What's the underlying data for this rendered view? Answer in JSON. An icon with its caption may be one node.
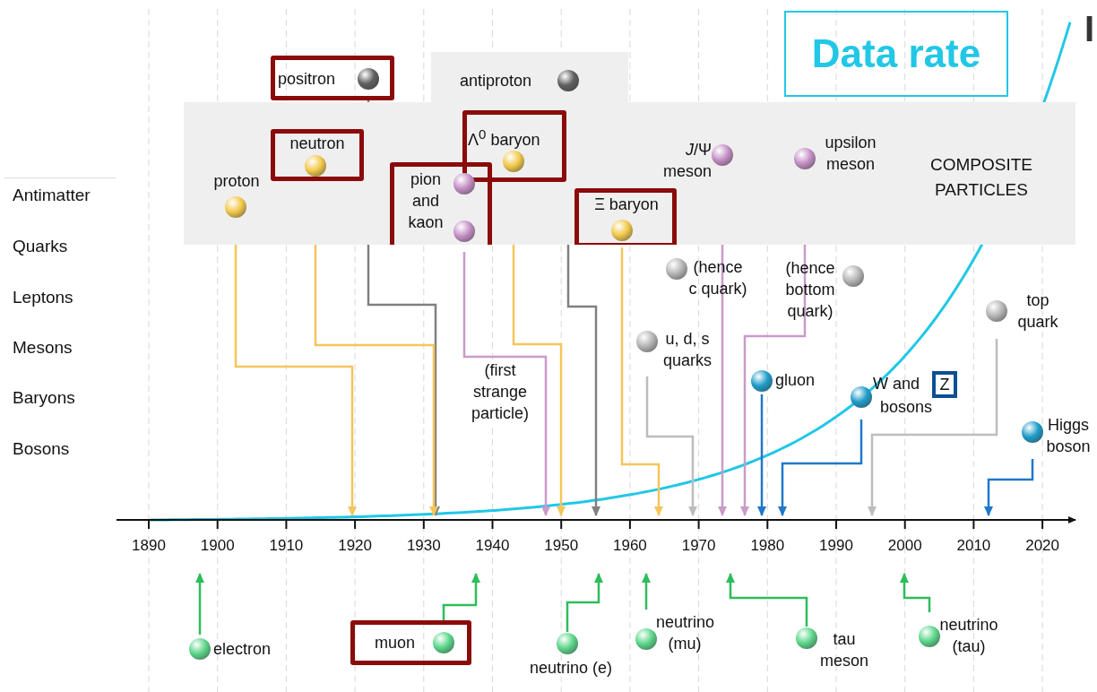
{
  "diagram": {
    "nodes": [
      {
        "text": [
          "positron"
        ]
      },
      {
        "text": [
          "Data rate"
        ]
      },
      {
        "text": [
          "COMPOSITE PARTICLES"
        ]
      },
      {
        "text": [
          "antiproton"
        ],
        "in": 2
      },
      {
        "text": [
          "Λ$^{0}$ baryon"
        ],
        "in": 2
      },
      {
        "text": [
          "neutron"
        ],
        "in": 2
      },
      {
        "text": [
          "proton"
        ],
        "in": 2
      },
      {
        "text": [
          "pion and kaon"
        ],
        "in": 2
      },
      {
        "text": [
          "*J*/Ψ meson"
        ],
        "in": 2
      },
      {
        "text": [
          "upsilon meson"
        ],
        "in": 2
      },
      {
        "text": [
          "Ξ baryon"
        ],
        "in": 2
      },
      {
        "text": [
          "(hence c quark)"
        ]
      },
      {
        "text": [
          "(hence bottom quark)"
        ]
      },
      {
        "text": [
          "top quark"
        ]
      },
      {
        "text": [
          "u, d, s quarks"
        ]
      },
      {
        "text": [
          "gluon"
        ]
      },
      {
        "text": [
          "W and",
          "Z",
          "bosons"
        ]
      },
      {
        "text": [
          "Higgs boson"
        ]
      },
      {
        "text": [
          "electron"
        ]
      },
      {
        "text": [
          "muon"
        ]
      },
      {
        "text": [
          "neutrino (e)"
        ]
      },
      {
        "text": [
          "neutrino (mu)"
        ]
      },
      {
        "text": [
          "tau meson"
        ]
      },
      {
        "text": [
          "neutrino (tau)"
        ]
      }
    ],
    "edges": [
      {
        "from": 0,
        "to": null,
        "arrow": "to",
        "color": "#808080"
      },
      {
        "from": 3,
        "to": null,
        "arrow": "to",
        "color": "#808080"
      },
      {
        "from": 4,
        "to": null,
        "arrow": "to",
        "color": "#f5c55a"
      },
      {
        "from": 5,
        "to": null,
        "arrow": "to",
        "color": "#f5c55a"
      },
      {
        "from": 6,
        "to": null,
        "arrow": "to",
        "color": "#f5c55a"
      },
      {
        "from": 7,
        "to": null,
        "arrow": "to",
        "color": "#c99bc9"
      },
      {
        "from": 8,
        "to": null,
        "arrow": "to",
        "color": "#c99bc9"
      },
      {
        "from": 9,
        "to": null,
        "arrow": "to",
        "color": "#c99bc9"
      },
      {
        "from": 10,
        "to": null,
        "arrow": "to",
        "color": "#f5c55a"
      },
      {
        "from": 13,
        "to": null,
        "arrow": "to",
        "color": "#bdbdbd"
      },
      {
        "from": 14,
        "to": null,
        "arrow": "to",
        "color": "#bdbdbd"
      },
      {
        "from": 15,
        "to": null,
        "arrow": "to",
        "color": "#1f78c8"
      },
      {
        "from": 16,
        "to": null,
        "arrow": "to",
        "color": "#1f78c8"
      },
      {
        "from": 17,
        "to": null,
        "arrow": "to",
        "color": "#1f78c8"
      },
      {
        "from": 18,
        "to": null,
        "arrow": "to",
        "color": "#2ebd5b"
      },
      {
        "from": 19,
        "to": null,
        "arrow": "to",
        "color": "#2ebd5b"
      },
      {
        "from": 20,
        "to": null,
        "arrow": "to",
        "color": "#2ebd5b"
      },
      {
        "from": 21,
        "to": null,
        "arrow": "to",
        "color": "#2ebd5b"
      },
      {
        "from": 22,
        "to": null,
        "arrow": "to",
        "color": "#2ebd5b"
      },
      {
        "from": 23,
        "to": null,
        "arrow": "to",
        "color": "#2ebd5b"
      }
    ],
    "labels": [
      "I",
      "Antimatter",
      "Quarks",
      "Leptons",
      "Mesons",
      "Baryons",
      "Bosons",
      "(first strange particle)",
      "1890",
      "1900",
      "1910",
      "1920",
      "1930",
      "1940",
      "1950",
      "1960",
      "1970",
      "1980",
      "1990",
      "2000",
      "2010",
      "2020"
    ]
  }
}
